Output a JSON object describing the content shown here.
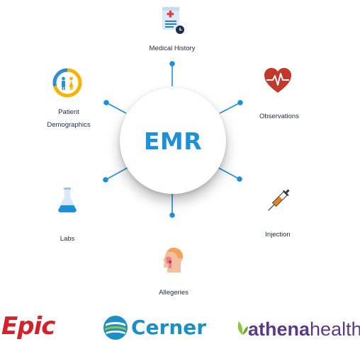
{
  "hub": {
    "label": "EMR"
  },
  "nodes": {
    "medical_history": {
      "label": "Medical History",
      "icon": "medical-record-icon"
    },
    "observations": {
      "label": "Observations",
      "icon": "heartbeat-icon"
    },
    "injection": {
      "label": "Injection",
      "icon": "syringe-icon"
    },
    "allergies": {
      "label": "Allegeries",
      "icon": "allergy-head-icon"
    },
    "labs": {
      "label": "Labs",
      "icon": "flask-icon"
    },
    "patient_demographics": {
      "label_line1": "Patient",
      "label_line2": "Demographics",
      "icon": "demographics-icon"
    }
  },
  "logos": {
    "epic": "Epic",
    "cerner": "Cerner",
    "athena_prefix": "athena",
    "athena_suffix": "health"
  },
  "colors": {
    "accent": "#1f8fd6",
    "connector": "#1f8fd6",
    "epic": "#d2232a",
    "cerner": "#1d8fc7",
    "athena": "#5a3a86",
    "athena_leaf": "#8cc63f"
  }
}
